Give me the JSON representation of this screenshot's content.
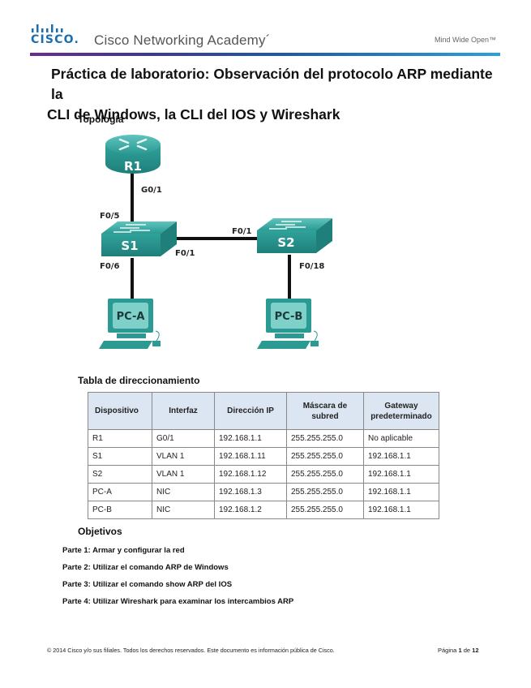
{
  "header": {
    "logo_text": "CISCO",
    "academy": "Cisco Networking Academy´",
    "tagline": "Mind Wide Open™",
    "accent_gradient": [
      "#6b2c8f",
      "#1f5aa8",
      "#2aa0dc"
    ]
  },
  "title": {
    "line1": "Práctica de laboratorio: Observación del protocolo ARP mediante la",
    "line2": "CLI de Windows, la CLI del IOS y Wireshark"
  },
  "topology": {
    "heading": "Topología",
    "devices": {
      "router": "R1",
      "switch1": "S1",
      "switch2": "S2",
      "pc_a": "PC-A",
      "pc_b": "PC-B"
    },
    "ports": {
      "r1_g01": "G0/1",
      "s1_f05": "F0/5",
      "s1_f01": "F0/1",
      "s2_f01": "F0/1",
      "s1_f06": "F0/6",
      "s2_f018": "F0/18"
    },
    "device_color": "#2a9a93"
  },
  "addressing": {
    "heading": "Tabla de direccionamiento",
    "columns": [
      "Dispositivo",
      "Interfaz",
      "Dirección IP",
      "Máscara de subred",
      "Gateway predeterminado"
    ],
    "rows": [
      [
        "R1",
        "G0/1",
        "192.168.1.1",
        "255.255.255.0",
        "No aplicable"
      ],
      [
        "S1",
        "VLAN 1",
        "192.168.1.11",
        "255.255.255.0",
        "192.168.1.1"
      ],
      [
        "S2",
        "VLAN 1",
        "192.168.1.12",
        "255.255.255.0",
        "192.168.1.1"
      ],
      [
        "PC-A",
        "NIC",
        "192.168.1.3",
        "255.255.255.0",
        "192.168.1.1"
      ],
      [
        "PC-B",
        "NIC",
        "192.168.1.2",
        "255.255.255.0",
        "192.168.1.1"
      ]
    ]
  },
  "objectives": {
    "heading": "Objetivos",
    "items": [
      "Parte 1: Armar y configurar la red",
      "Parte 2: Utilizar el comando ARP de Windows",
      "Parte 3: Utilizar el comando show ARP del IOS",
      "Parte 4: Utilizar Wireshark para examinar los intercambios ARP"
    ]
  },
  "footer": {
    "copyright": "© 2014 Cisco y/o sus filiales. Todos los derechos reservados. Este documento es información pública de Cisco.",
    "page_prefix": "Página",
    "page_current": "1",
    "page_sep": "de",
    "page_total": "12"
  }
}
